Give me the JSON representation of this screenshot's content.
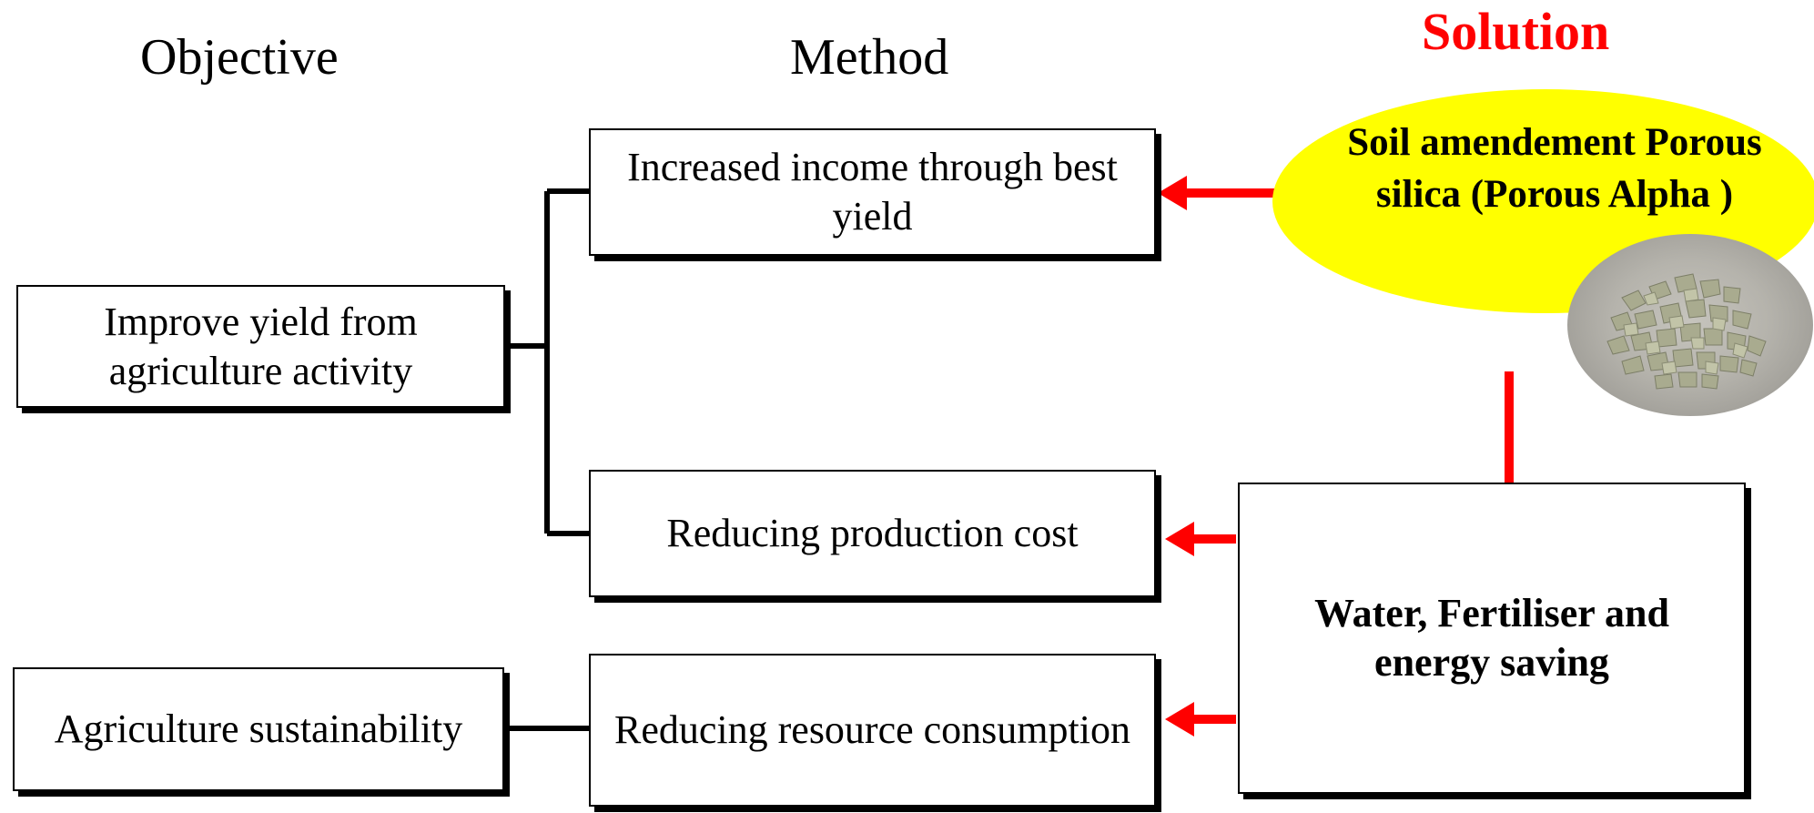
{
  "headings": {
    "objective": "Objective",
    "method": "Method",
    "solution": "Solution"
  },
  "objectives": [
    "Improve yield from agriculture activity",
    "Agriculture sustainability"
  ],
  "methods": [
    "Increased income through best yield",
    "Reducing production cost",
    "Reducing resource consumption"
  ],
  "solution": {
    "amendment_line1": "Soil amendement Porous",
    "amendment_line2": "silica (Porous Alpha )",
    "benefit_line1": "Water, Fertiliser and",
    "benefit_line2": "energy saving"
  },
  "colors": {
    "solution_heading": "#ff0000",
    "arrow": "#ff0000",
    "ellipse_fill": "#ffff00",
    "connector": "#000000"
  }
}
